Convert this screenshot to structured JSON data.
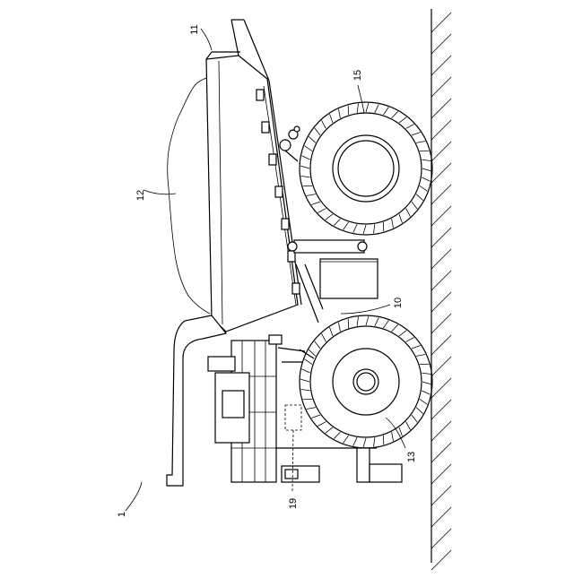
{
  "figure": {
    "labels": {
      "vehicle": "1",
      "body_frame": "10",
      "vessel": "11",
      "load": "12",
      "front_wheel": "13",
      "rear_wheel": "15",
      "controller": "19"
    }
  }
}
